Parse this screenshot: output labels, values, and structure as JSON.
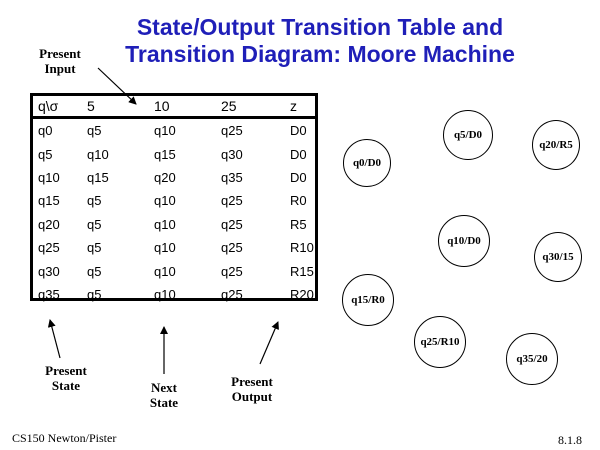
{
  "title": {
    "line1": "State/Output Transition Table and",
    "line2": "Transition Diagram: Moore Machine"
  },
  "labels": {
    "present_input": [
      "Present",
      "Input"
    ],
    "present_state": [
      "Present",
      "State"
    ],
    "next_state": [
      "Next",
      "State"
    ],
    "present_output": [
      "Present",
      "Output"
    ]
  },
  "table": {
    "headers": [
      "q\\σ",
      "5",
      "10",
      "25",
      "z"
    ],
    "rows": [
      [
        "q0",
        "q5",
        "q10",
        "q25",
        "D0"
      ],
      [
        "q5",
        "q10",
        "q15",
        "q30",
        "D0"
      ],
      [
        "q10",
        "q15",
        "q20",
        "q35",
        "D0"
      ],
      [
        "q15",
        "q5",
        "q10",
        "q25",
        "R0"
      ],
      [
        "q20",
        "q5",
        "q10",
        "q25",
        "R5"
      ],
      [
        "q25",
        "q5",
        "q10",
        "q25",
        "R10"
      ],
      [
        "q30",
        "q5",
        "q10",
        "q25",
        "R15"
      ],
      [
        "q35",
        "q5",
        "q10",
        "q25",
        "R20"
      ]
    ]
  },
  "diagram": {
    "states": [
      "q0/D0",
      "q5/D0",
      "q20/R5",
      "q10/D0",
      "q30/15",
      "q15/R0",
      "q25/R10",
      "q35/20"
    ]
  },
  "footer": {
    "left": "CS150 Newton/Pister",
    "right": "8.1.8"
  },
  "colors": {
    "title": "#1f1fb8"
  }
}
